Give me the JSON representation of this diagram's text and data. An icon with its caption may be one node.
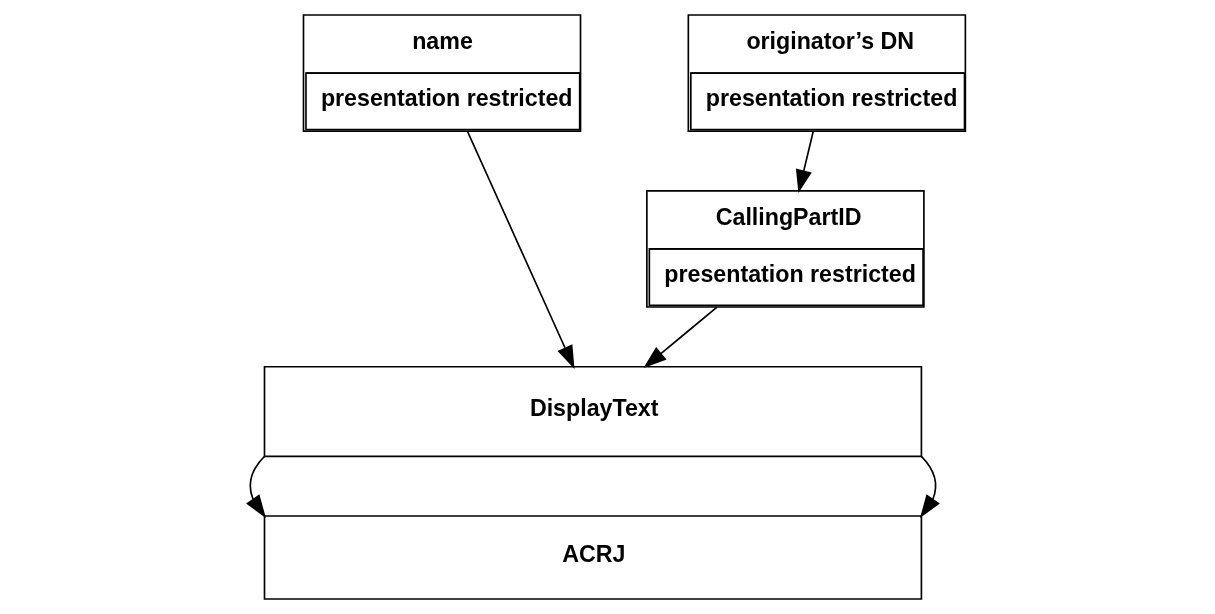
{
  "diagram": {
    "nodes": [
      {
        "text": [
          "name",
          "presentation restricted"
        ]
      },
      {
        "text": [
          "originator’s DN",
          "presentation restricted"
        ]
      },
      {
        "text": [
          "CallingPartID",
          "presentation restricted"
        ]
      },
      {
        "text": [
          "DisplayText"
        ]
      },
      {
        "text": [
          "ACRJ"
        ]
      }
    ],
    "edges": [
      {
        "from": 0,
        "to": 3,
        "arrow": "to"
      },
      {
        "from": 1,
        "to": 2,
        "arrow": "to"
      },
      {
        "from": 2,
        "to": 3,
        "arrow": "to"
      },
      {
        "from": 3,
        "to": 4,
        "arrow": "to"
      },
      {
        "from": 3,
        "to": 4,
        "arrow": "to"
      }
    ]
  }
}
